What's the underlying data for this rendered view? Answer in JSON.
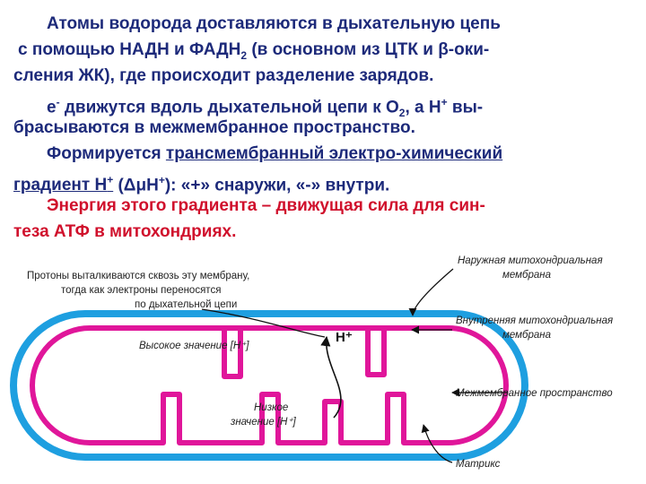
{
  "text": {
    "p1_l1": "Атомы водорода доставляются в дыхательную цепь",
    "p1_l2_a": "с помощью НАДН и ФАДН",
    "p1_l2_sub": "2",
    "p1_l2_b": " (в основном из ЦТК и β-оки-",
    "p1_l3": "сления ЖК), где происходит разделение зарядов.",
    "p2_l1_a": "e",
    "p2_l1_sup1": "-",
    "p2_l1_b": " движутся вдоль дыхательной цепи к O",
    "p2_l1_sub": "2",
    "p2_l1_c": ", а H",
    "p2_l1_sup2": "+",
    "p2_l1_d": " вы-",
    "p2_l2": "брасываются в межмембранное пространство.",
    "p3_l1_a": "Формируется ",
    "p3_l1_u": "трансмембранный электро-химический",
    "p3_l2_u": "градиент H",
    "p3_l2_sup": "+",
    "p3_l2_b": " (ΔμH",
    "p3_l2_sup2": "+",
    "p3_l2_c": "): «+» снаружи, «-» внутри.",
    "p4_l1": "Энергия этого градиента – движущая сила для син-",
    "p4_l2": "теза АТФ в митохондриях."
  },
  "diagram": {
    "left_note_l1": "Протоны выталкиваются сквозь эту мембрану,",
    "left_note_l2": "тогда как электроны переносятся",
    "left_note_l3": "по дыхательной цепи",
    "high_value": "Высокое значение [H⁺]",
    "low_value_l1": "Низкое",
    "low_value_l2": "значение [H⁺]",
    "hplus": "H⁺",
    "outer_membrane_l1": "Наружная митохондриальная",
    "outer_membrane_l2": "мембрана",
    "inner_membrane_l1": "Внутренняя митохондриальная",
    "inner_membrane_l2": "мембрана",
    "intermembrane": "Межмембранное пространство",
    "matrix": "Матрикс"
  },
  "colors": {
    "text_blue": "#1d2a7a",
    "text_red": "#d0102c",
    "outer_membrane": "#1e9fe0",
    "inner_membrane": "#e0169a"
  }
}
